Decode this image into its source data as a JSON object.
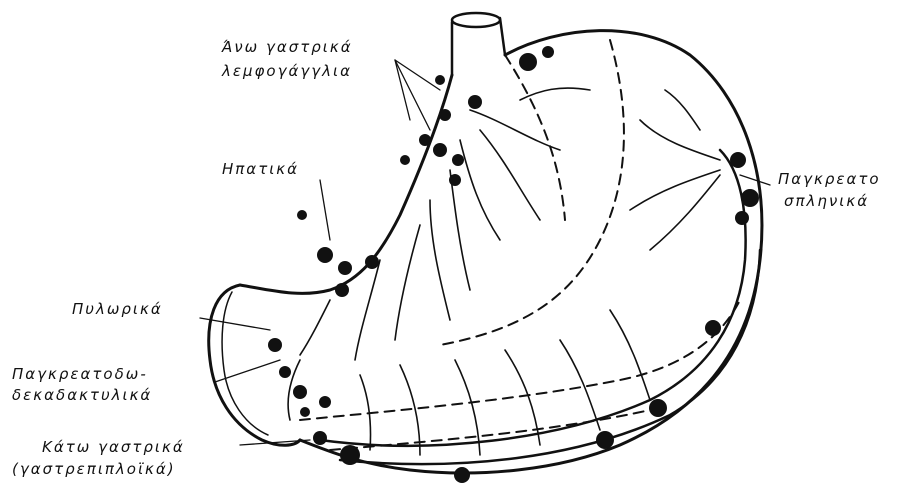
{
  "labels": {
    "upper_gastric_1": "Άνω γαστρικά",
    "upper_gastric_2": "λεμφογάγγλια",
    "hepatic": "Ηπατικά",
    "pyloric": "Πυλωρικά",
    "pancreaticoduodenal_1": "Παγκρεατοδω-",
    "pancreaticoduodenal_2": "δεκαδακτυλικά",
    "lower_gastric_1": "Κάτω γαστρικά",
    "lower_gastric_2": "(γαστρεπιπλοϊκά)",
    "pancreaticosplenic_1": "Παγκρεατο",
    "pancreaticosplenic_2": "σπληνικά"
  }
}
